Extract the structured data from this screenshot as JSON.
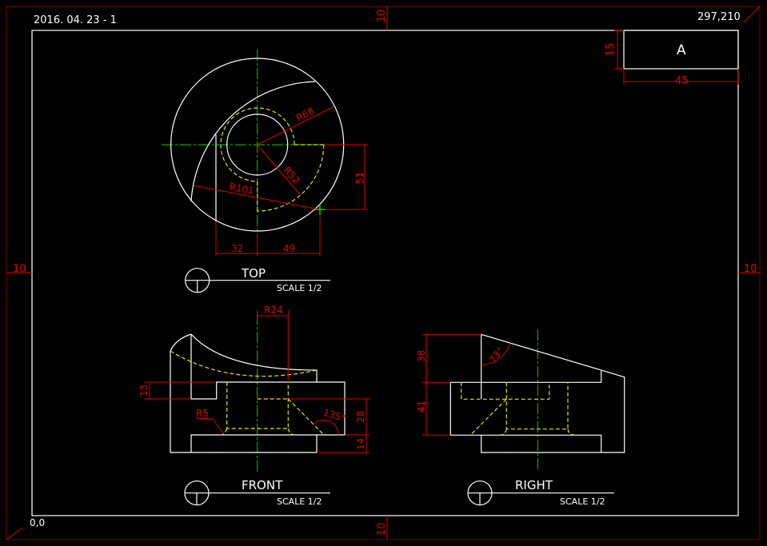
{
  "sheet": {
    "date_label": "2016. 04. 23 - 1",
    "size_label": "297,210",
    "origin_label": "0,0",
    "margin_top": "10",
    "margin_bottom": "10",
    "margin_left": "10",
    "margin_right": "10"
  },
  "title_block": {
    "letter": "A",
    "height_dim": "15",
    "width_dim": "45"
  },
  "views": {
    "top": {
      "title": "TOP",
      "scale": "SCALE 1/2",
      "dims": {
        "r68": "R68",
        "r52": "R52",
        "r101": "R101",
        "d51": "51",
        "d32": "32",
        "d49": "49"
      }
    },
    "front": {
      "title": "FRONT",
      "scale": "SCALE 1/2",
      "dims": {
        "r24": "R24",
        "d13": "13",
        "r5": "R5",
        "a135": "135°",
        "d28": "28",
        "d14": "14"
      }
    },
    "right": {
      "title": "RIGHT",
      "scale": "SCALE 1/2",
      "dims": {
        "d38": "38",
        "d41": "41",
        "a73": "73°"
      }
    }
  },
  "colors": {
    "object": "#ffffff",
    "dimension": "#e00000",
    "hidden": "#e6e600",
    "center": "#00d000"
  }
}
